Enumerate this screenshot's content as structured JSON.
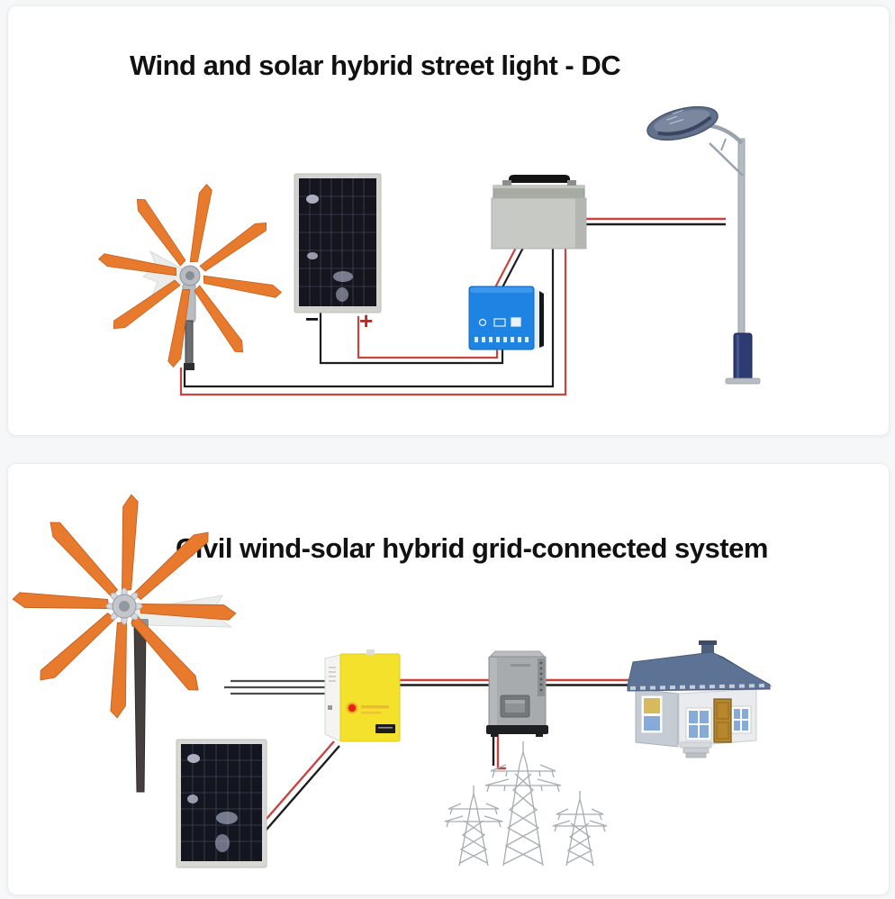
{
  "page": {
    "background_color": "#f6f7f8",
    "panel_color": "#ffffff"
  },
  "panels": [
    {
      "title": "Wind and solar hybrid street light - DC",
      "solar_panel": {
        "minus_label": "−",
        "plus_label": "+"
      },
      "components": [
        "wind-turbine",
        "solar-panel",
        "battery",
        "charge-controller",
        "street-light"
      ],
      "wire_colors": {
        "positive": "#c84441",
        "negative": "#1d1d1d"
      },
      "accent_colors": {
        "turbine_blades": "#e87a2e",
        "controller": "#1d84e4",
        "battery": "#c7c9c4",
        "lamp_base": "#2c3c72"
      }
    },
    {
      "title": "Civil wind-solar hybrid grid-connected system",
      "components": [
        "wind-turbine",
        "solar-panel",
        "grid-tie-controller",
        "inverter",
        "transmission-towers",
        "house"
      ],
      "wire_colors": {
        "positive": "#c84441",
        "negative": "#1d1d1d",
        "phase": "#4d4d4d"
      },
      "accent_colors": {
        "turbine_blades": "#e87a2e",
        "controller_box": "#f4e12b",
        "inverter": "#a7abae",
        "house_roof": "#5d7396",
        "controller_led": "#e42313"
      }
    }
  ]
}
